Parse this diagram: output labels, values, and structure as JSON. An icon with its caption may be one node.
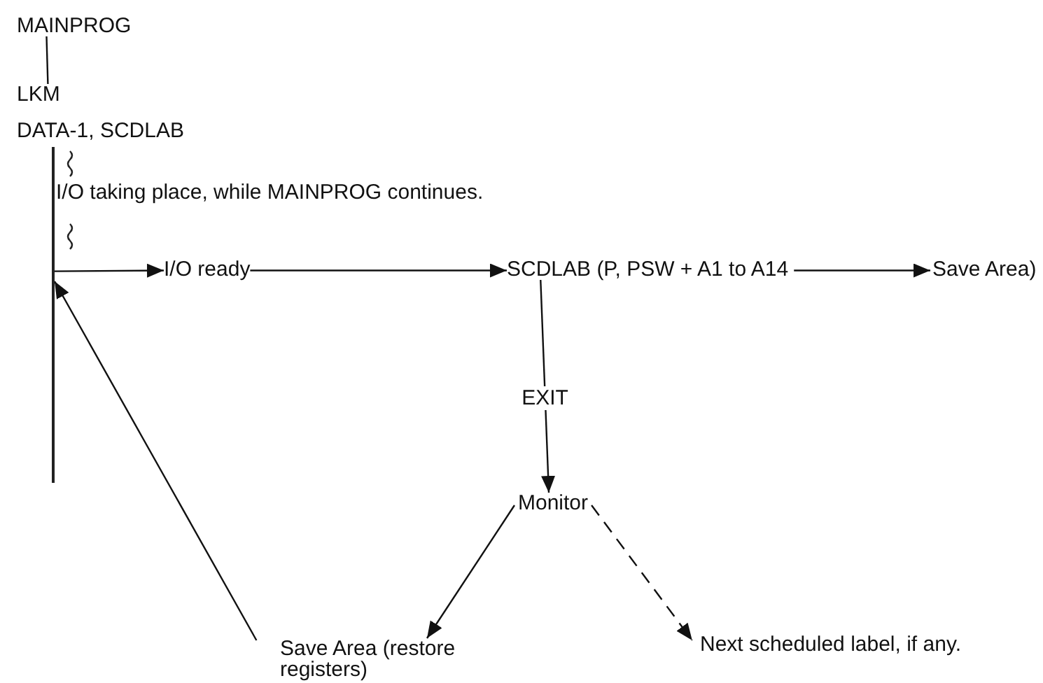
{
  "diagram": {
    "nodes": [
      {
        "text": [
          "MAINPROG"
        ]
      },
      {
        "text": [
          "LKM"
        ]
      },
      {
        "text": [
          "DATA-1, SCDLAB"
        ]
      },
      {
        "text": [],
        "shape": "bar"
      },
      {
        "text": [
          "I/O ready"
        ]
      },
      {
        "text": [
          "SCDLAB (P, PSW + A1 to A14"
        ]
      },
      {
        "text": [
          "Save Area)"
        ]
      },
      {
        "text": [
          "Monitor"
        ]
      },
      {
        "text": [
          "Save Area (restore registers)"
        ]
      },
      {
        "text": [
          "Next scheduled label, if any."
        ]
      }
    ],
    "edges": [
      {
        "from": 0,
        "to": 1,
        "arrow": "none"
      },
      {
        "from": 3,
        "to": 4,
        "arrow": "to"
      },
      {
        "from": 4,
        "to": 5,
        "arrow": "to"
      },
      {
        "from": 5,
        "to": 6,
        "arrow": "to"
      },
      {
        "from": 5,
        "to": 7,
        "arrow": "to",
        "label": "EXIT"
      },
      {
        "from": 7,
        "to": 8,
        "arrow": "to"
      },
      {
        "from": 7,
        "to": 9,
        "arrow": "to",
        "style": "dashed"
      },
      {
        "from": 8,
        "to": 3,
        "arrow": "to"
      }
    ],
    "labels": [
      "I/O taking place, while MAINPROG continues."
    ]
  }
}
